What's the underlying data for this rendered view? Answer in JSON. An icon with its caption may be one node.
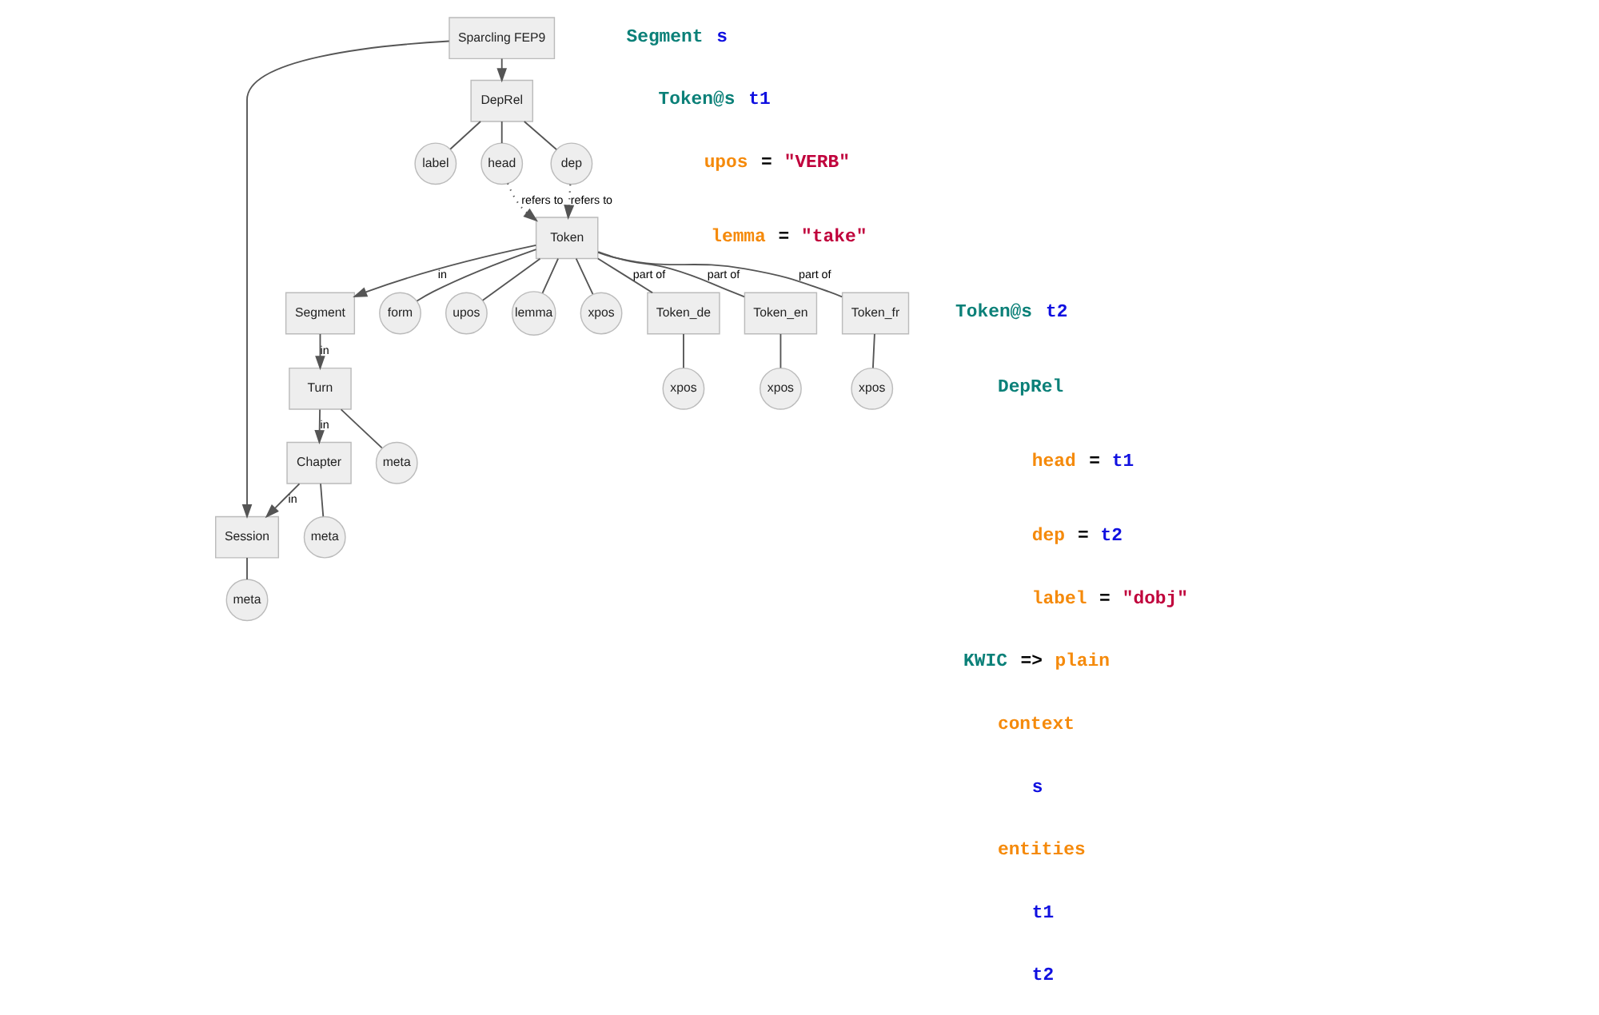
{
  "diagram": {
    "nodes": [
      {
        "text": [
          "Sparcling FEP9"
        ]
      },
      {
        "text": [
          "Session"
        ]
      },
      {
        "text": [
          "meta"
        ]
      },
      {
        "text": [
          "Chapter"
        ]
      },
      {
        "text": [
          "meta"
        ]
      },
      {
        "text": [
          "DepRel"
        ]
      },
      {
        "text": [
          "Turn"
        ]
      },
      {
        "text": [
          "label"
        ]
      },
      {
        "text": [
          "head"
        ]
      },
      {
        "text": [
          "dep"
        ]
      },
      {
        "text": [
          "meta"
        ]
      },
      {
        "text": [
          "Segment"
        ]
      },
      {
        "text": [
          "Token"
        ]
      },
      {
        "text": [
          "form"
        ]
      },
      {
        "text": [
          "upos"
        ]
      },
      {
        "text": [
          "lemma"
        ]
      },
      {
        "text": [
          "xpos"
        ]
      },
      {
        "text": [
          "Token_de"
        ]
      },
      {
        "text": [
          "Token_en"
        ]
      },
      {
        "text": [
          "Token_fr"
        ]
      },
      {
        "text": [
          "xpos"
        ]
      },
      {
        "text": [
          "xpos"
        ]
      },
      {
        "text": [
          "xpos"
        ]
      }
    ],
    "edges": [
      {
        "from": 0,
        "to": 1,
        "arrow": "to"
      },
      {
        "from": 0,
        "to": 5,
        "arrow": "to"
      },
      {
        "from": 1,
        "to": 2,
        "arrow": "none"
      },
      {
        "from": 3,
        "to": 1,
        "arrow": "to",
        "label": "in"
      },
      {
        "from": 3,
        "to": 4,
        "arrow": "none"
      },
      {
        "from": 6,
        "to": 3,
        "arrow": "to",
        "label": "in"
      },
      {
        "from": 5,
        "to": 7,
        "arrow": "none"
      },
      {
        "from": 5,
        "to": 8,
        "arrow": "none"
      },
      {
        "from": 5,
        "to": 9,
        "arrow": "none"
      },
      {
        "from": 6,
        "to": 10,
        "arrow": "none"
      },
      {
        "from": 11,
        "to": 6,
        "arrow": "to",
        "label": "in"
      },
      {
        "from": 8,
        "to": 12,
        "arrow": "to",
        "label": "refers to",
        "style": "dashed"
      },
      {
        "from": 9,
        "to": 12,
        "arrow": "to",
        "label": "refers to",
        "style": "dashed"
      },
      {
        "from": 12,
        "to": 11,
        "arrow": "to",
        "label": "in"
      },
      {
        "from": 12,
        "to": 13,
        "arrow": "none"
      },
      {
        "from": 12,
        "to": 14,
        "arrow": "none"
      },
      {
        "from": 12,
        "to": 15,
        "arrow": "none"
      },
      {
        "from": 12,
        "to": 16,
        "arrow": "none"
      },
      {
        "from": 12,
        "to": 17,
        "arrow": "none",
        "label": "part of"
      },
      {
        "from": 12,
        "to": 18,
        "arrow": "none",
        "label": "part of"
      },
      {
        "from": 12,
        "to": 19,
        "arrow": "none",
        "label": "part of"
      },
      {
        "from": 17,
        "to": 20,
        "arrow": "none"
      },
      {
        "from": 18,
        "to": 21,
        "arrow": "none"
      },
      {
        "from": 19,
        "to": 22,
        "arrow": "none"
      }
    ],
    "labels": [
      "Segment s",
      "Token@s t1",
      "upos = \"VERB\"",
      "lemma = \"take\"",
      "Token@s t2",
      "DepRel",
      "head = t1",
      "dep = t2",
      "label = \"dobj\"",
      "KWIC => plain",
      "context",
      "s",
      "entities",
      "t1",
      "t2"
    ]
  }
}
